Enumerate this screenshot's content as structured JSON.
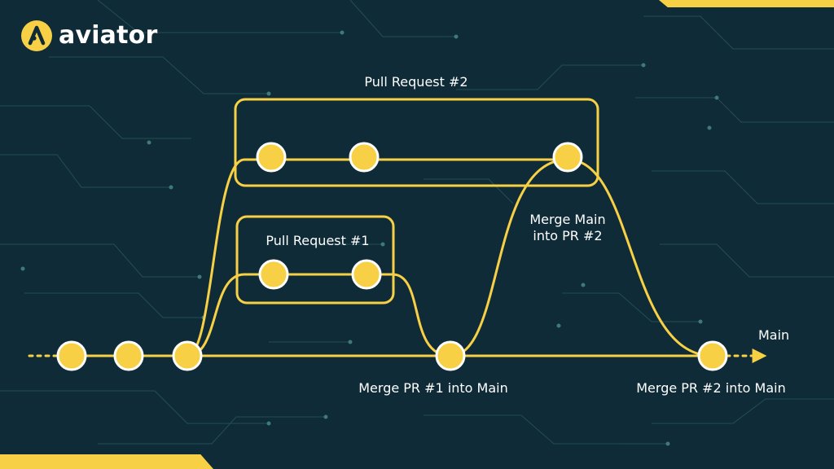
{
  "brand": {
    "name": "aviator",
    "accent_color": "#f7d046",
    "background_color": "#0e2b37"
  },
  "diagram": {
    "main_branch_label": "Main",
    "pr2_label": "Pull Request #2",
    "pr1_label": "Pull Request #1",
    "merge_main_into_pr2_line1": "Merge Main",
    "merge_main_into_pr2_line2": "into PR #2",
    "merge_pr1_label": "Merge PR #1 into Main",
    "merge_pr2_label": "Merge PR #2 into Main"
  }
}
